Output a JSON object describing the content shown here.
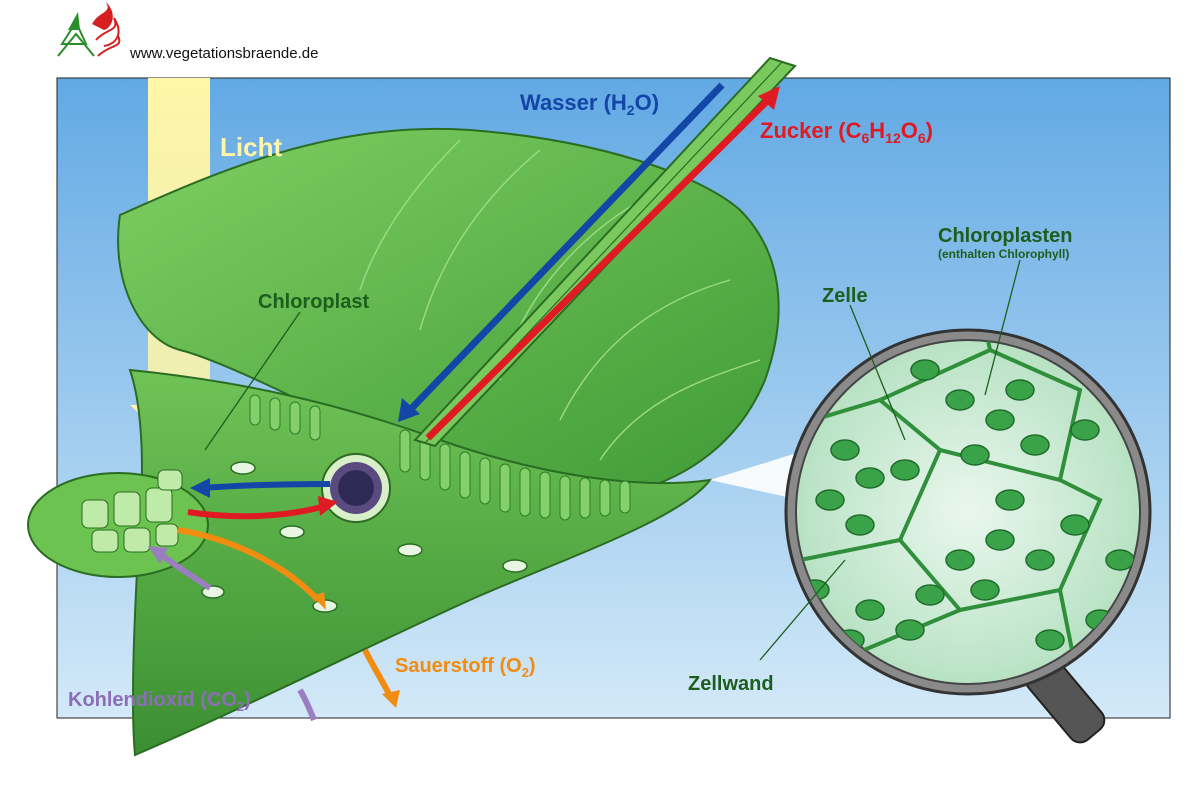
{
  "header": {
    "website": "www.vegetationsbraende.de"
  },
  "labels": {
    "light": "Licht",
    "water": {
      "text": "Wasser (H",
      "sub": "2",
      "tail": "O)"
    },
    "sugar": {
      "text": "Zucker (C",
      "s1": "6",
      "m1": "H",
      "s2": "12",
      "m2": "O",
      "s3": "6",
      "tail": ")"
    },
    "chloroplast": "Chloroplast",
    "chloroplasts": "Chloroplasten",
    "chloroplasts_note": "(enthalten Chlorophyll)",
    "cell": "Zelle",
    "cell_wall": "Zellwand",
    "oxygen": {
      "text": "Sauerstoff (O",
      "sub": "2",
      "tail": ")"
    },
    "co2": {
      "text": "Kohlendioxid (CO",
      "sub": "2",
      "tail": ")"
    }
  },
  "colors": {
    "sky_top": "#6aaee6",
    "sky_bottom": "#cfe6f7",
    "leaf": "#5fb84a",
    "leaf_dark": "#2f7f2a",
    "light_beam": "#fff6a8",
    "water": "#1446a8",
    "sugar": "#e01a22",
    "oxygen": "#f08c10",
    "co2": "#9a7ec0",
    "label_green": "#1d5e1d"
  }
}
